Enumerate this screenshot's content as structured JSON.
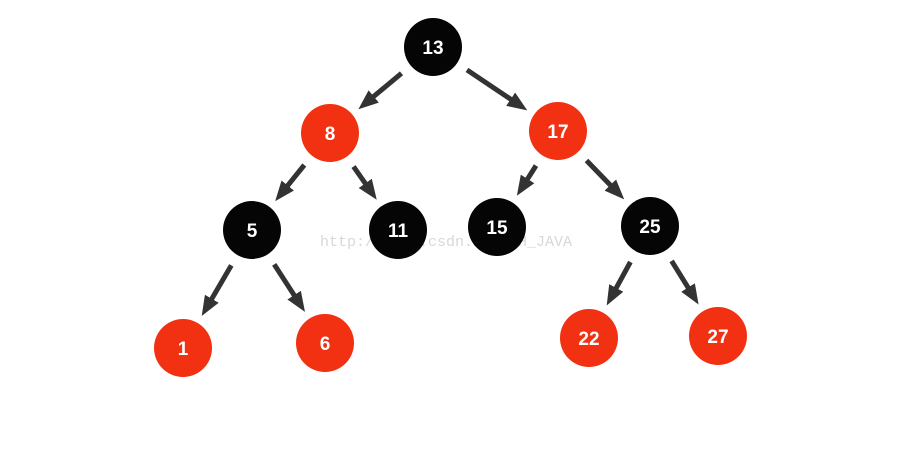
{
  "colors": {
    "red": "#f23112",
    "black": "#050505",
    "arrow": "#333333",
    "label": "#ffffff",
    "watermark": "#d8d8d8"
  },
  "watermark": "http://blog.csdn.net/QH_JAVA",
  "tree": {
    "nodes": [
      {
        "id": "n13",
        "label": "13",
        "color": "black"
      },
      {
        "id": "n8",
        "label": "8",
        "color": "red"
      },
      {
        "id": "n17",
        "label": "17",
        "color": "red"
      },
      {
        "id": "n5",
        "label": "5",
        "color": "black"
      },
      {
        "id": "n11",
        "label": "11",
        "color": "black"
      },
      {
        "id": "n15",
        "label": "15",
        "color": "black"
      },
      {
        "id": "n25",
        "label": "25",
        "color": "black"
      },
      {
        "id": "n1",
        "label": "1",
        "color": "red"
      },
      {
        "id": "n6",
        "label": "6",
        "color": "red"
      },
      {
        "id": "n22",
        "label": "22",
        "color": "red"
      },
      {
        "id": "n27",
        "label": "27",
        "color": "red"
      }
    ],
    "edges": [
      {
        "from": "n13",
        "to": "n8"
      },
      {
        "from": "n13",
        "to": "n17"
      },
      {
        "from": "n8",
        "to": "n5"
      },
      {
        "from": "n8",
        "to": "n11"
      },
      {
        "from": "n17",
        "to": "n15"
      },
      {
        "from": "n17",
        "to": "n25"
      },
      {
        "from": "n5",
        "to": "n1"
      },
      {
        "from": "n5",
        "to": "n6"
      },
      {
        "from": "n25",
        "to": "n22"
      },
      {
        "from": "n25",
        "to": "n27"
      }
    ]
  }
}
